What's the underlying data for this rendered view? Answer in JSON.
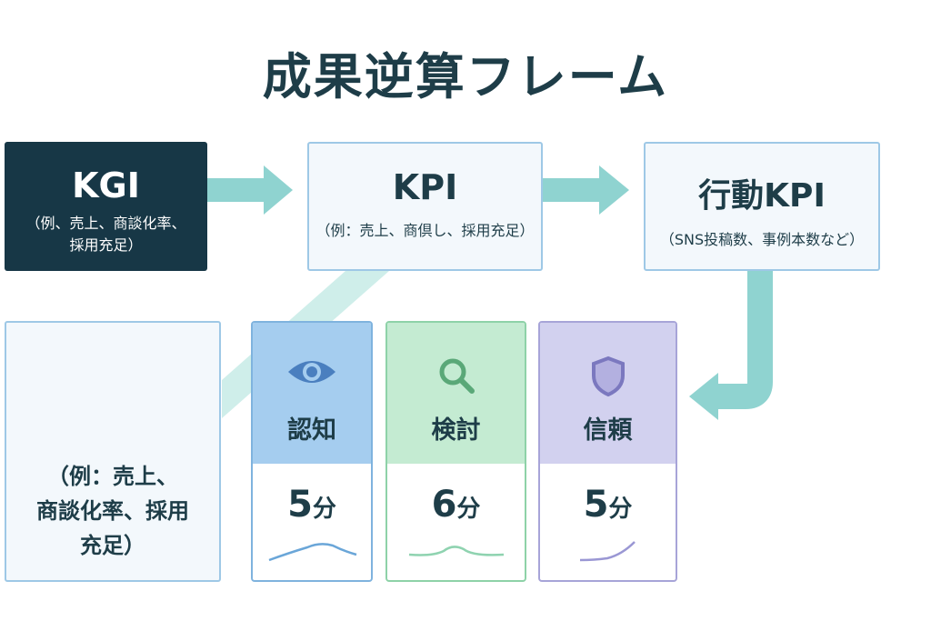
{
  "title": "成果逆算フレーム",
  "kgi": {
    "heading": "KGI",
    "sub_line1": "（例、売上、商談化率、",
    "sub_line2": "採用充足）"
  },
  "kpi": {
    "heading": "KPI",
    "sub": "（例：売上、商倶し、採用充足）"
  },
  "action_kpi": {
    "heading": "行動KPI",
    "sub": "（SNS投稿数、事例本数など）"
  },
  "example_box": {
    "line1": "（例：売上、",
    "line2": "商談化率、採用",
    "line3": "充足）"
  },
  "cards": [
    {
      "label": "認知",
      "value": "5",
      "unit": "分",
      "icon": "eye-icon",
      "color": "#4a7fbf"
    },
    {
      "label": "検討",
      "value": "6",
      "unit": "分",
      "icon": "magnifier-icon",
      "color": "#5aa878"
    },
    {
      "label": "信頼",
      "value": "5",
      "unit": "分",
      "icon": "shield-icon",
      "color": "#7b78bf"
    }
  ],
  "colors": {
    "dark": "#173746",
    "arrow": "#8fd3d0",
    "accent_border": "#9ec8e6"
  }
}
